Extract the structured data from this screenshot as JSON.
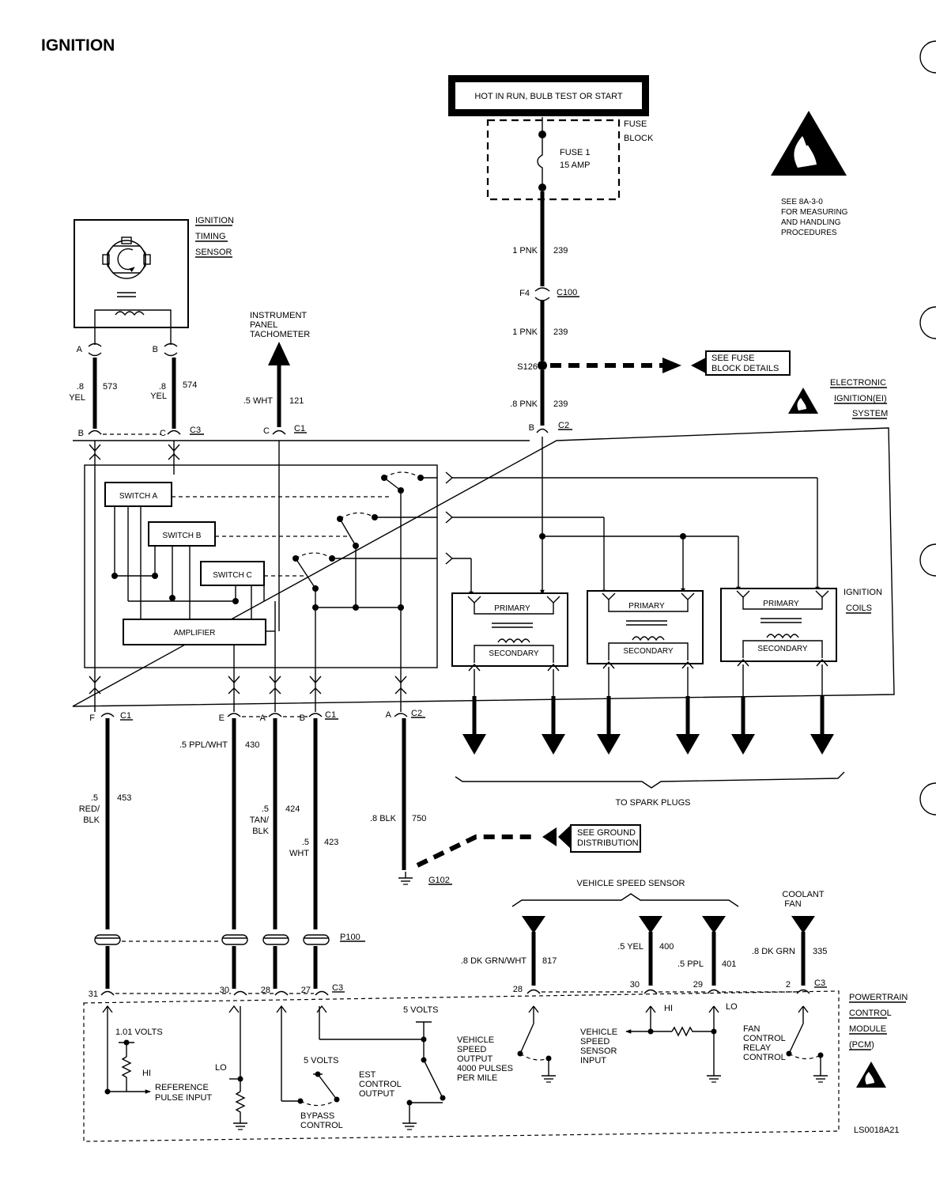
{
  "page_title": "IGNITION",
  "power_header": "HOT IN RUN, BULB TEST OR START",
  "fuse_block": {
    "label_line1": "FUSE",
    "label_line2": "BLOCK",
    "fuse_line1": "FUSE 1",
    "fuse_line2": "15 AMP"
  },
  "esd_note": {
    "line1": "SEE 8A-3-0",
    "line2": "FOR MEASURING",
    "line3": "AND HANDLING",
    "line4": "PROCEDURES"
  },
  "timing_sensor": {
    "line1": "IGNITION",
    "line2": "TIMING",
    "line3": "SENSOR"
  },
  "tachometer": {
    "line1": "INSTRUMENT",
    "line2": "PANEL",
    "line3": "TACHOMETER"
  },
  "ei_system": {
    "line1": "ELECTRONIC",
    "line2": "IGNITION(EI)",
    "line3": "SYSTEM"
  },
  "wires": {
    "w573": {
      "gauge": ".8",
      "color": "YEL",
      "circuit": "573",
      "pin_top": "A",
      "pin_bottom": "B"
    },
    "w574": {
      "gauge": ".8",
      "color": "YEL",
      "circuit": "574",
      "pin_top": "B",
      "pin_bottom": "C"
    },
    "w121": {
      "label": ".5 WHT",
      "circuit": "121",
      "pin": "C"
    },
    "w239a": {
      "label": "1 PNK",
      "circuit": "239"
    },
    "w239b": {
      "label": "1 PNK",
      "circuit": "239"
    },
    "w239c": {
      "label": ".8 PNK",
      "circuit": "239",
      "pin": "B"
    },
    "w453": {
      "gauge": ".5",
      "color1": "RED/",
      "color2": "BLK",
      "circuit": "453",
      "pin": "F"
    },
    "w430": {
      "label": ".5 PPL/WHT",
      "circuit": "430",
      "pin": "E"
    },
    "w424": {
      "gauge": ".5",
      "color1": "TAN/",
      "color2": "BLK",
      "circuit": "424",
      "pin": "A"
    },
    "w423": {
      "gauge": ".5",
      "color": "WHT",
      "circuit": "423",
      "pin": "B"
    },
    "w750": {
      "label": ".8 BLK",
      "circuit": "750",
      "pin": "A"
    },
    "w817": {
      "label": ".8 DK GRN/WHT",
      "circuit": "817",
      "pin": "28"
    },
    "w400": {
      "label": ".5 YEL",
      "circuit": "400",
      "pin": "30"
    },
    "w401": {
      "label": ".5 PPL",
      "circuit": "401",
      "pin": "29"
    },
    "w335": {
      "label": ".8 DK GRN",
      "circuit": "335",
      "pin": "2"
    }
  },
  "connectors": {
    "c1": "C1",
    "c2": "C2",
    "c3": "C3",
    "c100": "C100",
    "f4": "F4",
    "s126": "S126",
    "p100": "P100",
    "g102": "G102"
  },
  "pcm_pins": {
    "p31": "31",
    "p30": "30",
    "p28": "28",
    "p27": "27",
    "p28b": "28",
    "p30b": "30",
    "p29": "29",
    "p2": "2"
  },
  "see_fuse": {
    "line1": "SEE FUSE",
    "line2": "BLOCK DETAILS"
  },
  "see_ground": {
    "line1": "SEE GROUND",
    "line2": "DISTRIBUTION"
  },
  "module": {
    "switch_a": "SWITCH A",
    "switch_b": "SWITCH B",
    "switch_c": "SWITCH C",
    "amplifier": "AMPLIFIER",
    "primary": "PRIMARY",
    "secondary": "SECONDARY",
    "coils_line1": "IGNITION",
    "coils_line2": "COILS"
  },
  "to_spark_plugs": "TO SPARK PLUGS",
  "vss": "VEHICLE SPEED SENSOR",
  "coolant_fan": {
    "line1": "COOLANT",
    "line2": "FAN"
  },
  "pcm": {
    "line1": "POWERTRAIN",
    "line2": "CONTROL",
    "line3": "MODULE",
    "line4": "(PCM)",
    "volts_101": "1.01 VOLTS",
    "hi": "HI",
    "lo": "LO",
    "ref_line1": "REFERENCE",
    "ref_line2": "PULSE INPUT",
    "five_volts": "5 VOLTS",
    "bypass_line1": "BYPASS",
    "bypass_line2": "CONTROL",
    "est_line1": "EST",
    "est_line2": "CONTROL",
    "est_line3": "OUTPUT",
    "vso_line1": "VEHICLE",
    "vso_line2": "SPEED",
    "vso_line3": "OUTPUT",
    "vso_line4": "4000 PULSES",
    "vso_line5": "PER MILE",
    "vssi_line1": "VEHICLE",
    "vssi_line2": "SPEED",
    "vssi_line3": "SENSOR",
    "vssi_line4": "INPUT",
    "fan_line1": "FAN",
    "fan_line2": "CONTROL",
    "fan_line3": "RELAY",
    "fan_line4": "CONTROL"
  },
  "doc_code": "LS0018A21"
}
